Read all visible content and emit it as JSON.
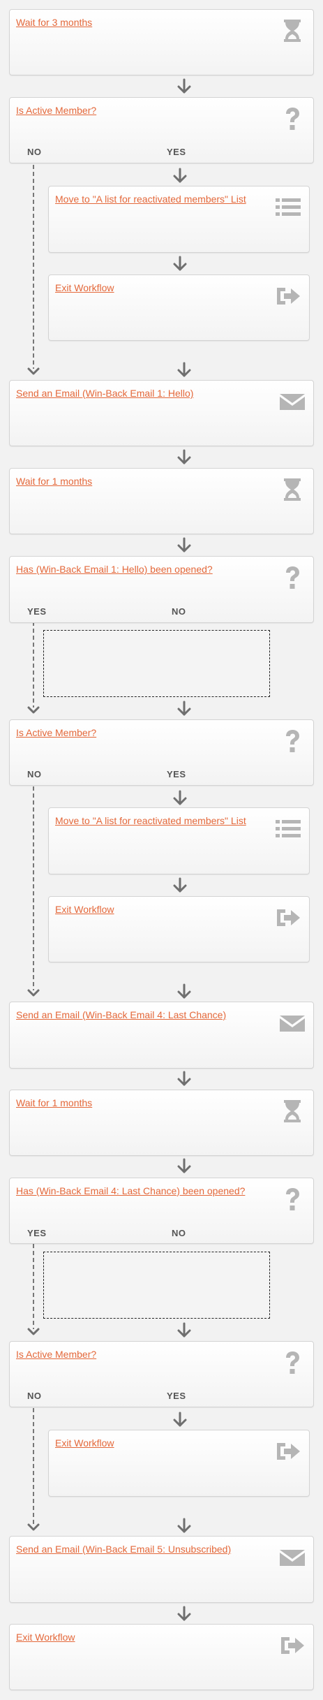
{
  "steps": {
    "wait_3_months": "Wait for 3 months",
    "is_active_member_1": "Is Active Member?",
    "move_list_1": "Move to \"A list for reactivated members\" List",
    "exit_workflow_1": "Exit Workflow",
    "send_email_1": "Send an Email (Win-Back Email 1: Hello)",
    "wait_1_month_1": "Wait for 1 months",
    "opened_check_1": "Has (Win-Back Email 1: Hello) been opened?",
    "is_active_member_2": "Is Active Member?",
    "move_list_2": "Move to \"A list for reactivated members\" List",
    "exit_workflow_2": "Exit Workflow",
    "send_email_4": "Send an Email (Win-Back Email 4: Last Chance)",
    "wait_1_month_2": "Wait for 1 months",
    "opened_check_4": "Has (Win-Back Email 4: Last Chance) been opened?",
    "is_active_member_3": "Is Active Member?",
    "exit_workflow_3": "Exit Workflow",
    "send_email_5": "Send an Email (Win-Back Email 5: Unsubscribed)",
    "exit_workflow_final": "Exit Workflow"
  },
  "branches": {
    "yes": "YES",
    "no": "NO"
  },
  "colors": {
    "link": "#e4683a",
    "icon": "#b5b5b5",
    "arrow": "#6f6f6f"
  },
  "icons": {
    "wait": "hourglass-icon",
    "condition": "question-mark-icon",
    "list": "list-icon",
    "exit": "exit-icon",
    "email": "envelope-icon"
  }
}
